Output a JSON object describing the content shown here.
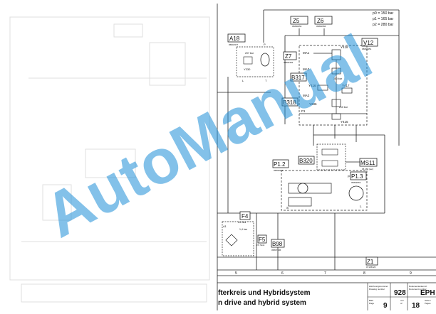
{
  "diagram": {
    "pressures": [
      "p0 = 150 bar",
      "p1 = 165 bar",
      "p2 = 280 bar"
    ],
    "components": {
      "A18": {
        "label": "A18",
        "sub": "05801577",
        "detail": "207 bar"
      },
      "Z5": {
        "label": "Z5",
        "sub": "05800956"
      },
      "Z6": {
        "label": "Z6",
        "sub": "05800956"
      },
      "Z7": {
        "label": "Z7",
        "sub": "05803302"
      },
      "V12": {
        "label": "V12",
        "sub": "05803351"
      },
      "B317": {
        "label": "B317"
      },
      "B318": {
        "label": "B318"
      },
      "B320": {
        "label": "B320"
      },
      "P1_2": {
        "label": "P1.2",
        "sub": "05802871"
      },
      "P1_3": {
        "label": "P1.3",
        "sub": "05802863"
      },
      "MS11": {
        "label": "MS11",
        "sub": "05 260 (ser)"
      },
      "F4": {
        "label": "F4",
        "sub": "2/2 Tank",
        "detail": "1,4 bar"
      },
      "F5": {
        "label": "F5",
        "sub": "7/2 Tank"
      },
      "B98": {
        "label": "B98",
        "sub": "05807186"
      },
      "Z1": {
        "label": "Z1",
        "sub": "07135326"
      }
    },
    "valve_labels": {
      "y418": "Y418",
      "y416": "Y416",
      "y417": "Y417",
      "y286": "Y286",
      "y415": "Y415",
      "y330": "Y330",
      "ma1": "MA1",
      "ma2": "MA2",
      "ma3": "MA3",
      "p1": "P1",
      "p": "P",
      "t": "T",
      "l": "L",
      "s": "S",
      "a1": "A1",
      "bar350": "350 bar",
      "bar210": "210 bar"
    },
    "grid_numbers": [
      "5",
      "6",
      "7",
      "8",
      "9"
    ]
  },
  "title_block": {
    "title_de": "fterkreis und Hybridsystem",
    "title_en": "n drive and hybrid system",
    "drawing_label": "Zeichnungsnummer\nDrawing number",
    "drawing_number": "928",
    "doc_label": "Dokumentenkennz.\nDocument number",
    "doc_code": "EPH",
    "sheet_label": "Blatt\nPage",
    "sheet_number": "9",
    "of_label": "von\nof",
    "total_sheets": "18",
    "pages_label": "Seiten\nPages"
  },
  "watermark": {
    "text": "AutoManual",
    "color": "#1e90d8"
  }
}
